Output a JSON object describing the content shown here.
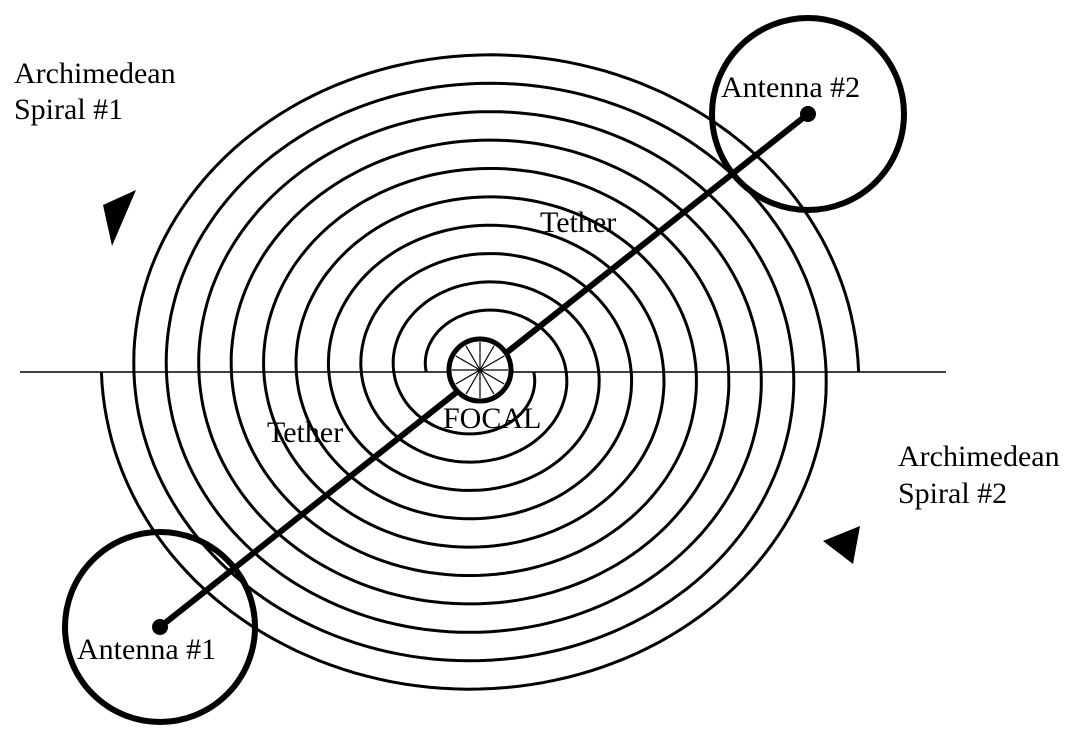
{
  "labels": {
    "spiral1_line1": "Archimedean",
    "spiral1_line2": "Spiral #1",
    "spiral2_line1": "Archimedean",
    "spiral2_line2": "Spiral #2",
    "antenna1": "Antenna #1",
    "antenna2": "Antenna #2",
    "tether_upper": "Tether",
    "tether_lower": "Tether",
    "focal": "FOCAL"
  },
  "colors": {
    "ink": "#000000",
    "background": "#ffffff"
  }
}
